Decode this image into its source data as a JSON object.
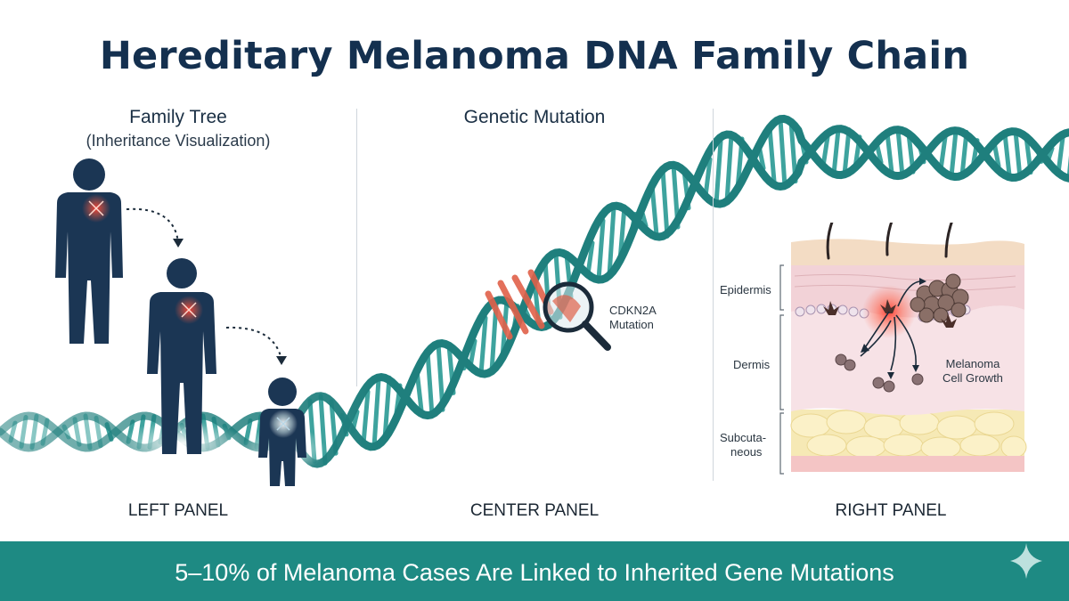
{
  "title": "Hereditary Melanoma DNA Family Chain",
  "left_panel": {
    "heading": "Family Tree",
    "subheading": "(Inheritance Visualization)",
    "footer": "LEFT PANEL"
  },
  "center_panel": {
    "heading": "Genetic Mutation",
    "callout": [
      "CDKN2A",
      "Mutation"
    ],
    "footer": "CENTER PANEL"
  },
  "right_panel": {
    "layers": [
      "Epidermis",
      "Dermis",
      "Subcuta-",
      "neous"
    ],
    "callout": [
      "Melanoma",
      "Cell Growth"
    ],
    "footer": "RIGHT PANEL"
  },
  "banner": "5–10% of Melanoma Cases Are Linked to Inherited Gene Mutations",
  "colors": {
    "title": "#14304f",
    "dna_strand": "#1f7f7d",
    "dna_rung": "#2a9a94",
    "mutation": "#e0614a",
    "figure": "#1b3654",
    "banner": "#1e8a83"
  },
  "icons": [
    "adult-figure-icon",
    "child-figure-icon",
    "dna-glow-icon",
    "magnifier-icon",
    "sparkle-icon"
  ]
}
